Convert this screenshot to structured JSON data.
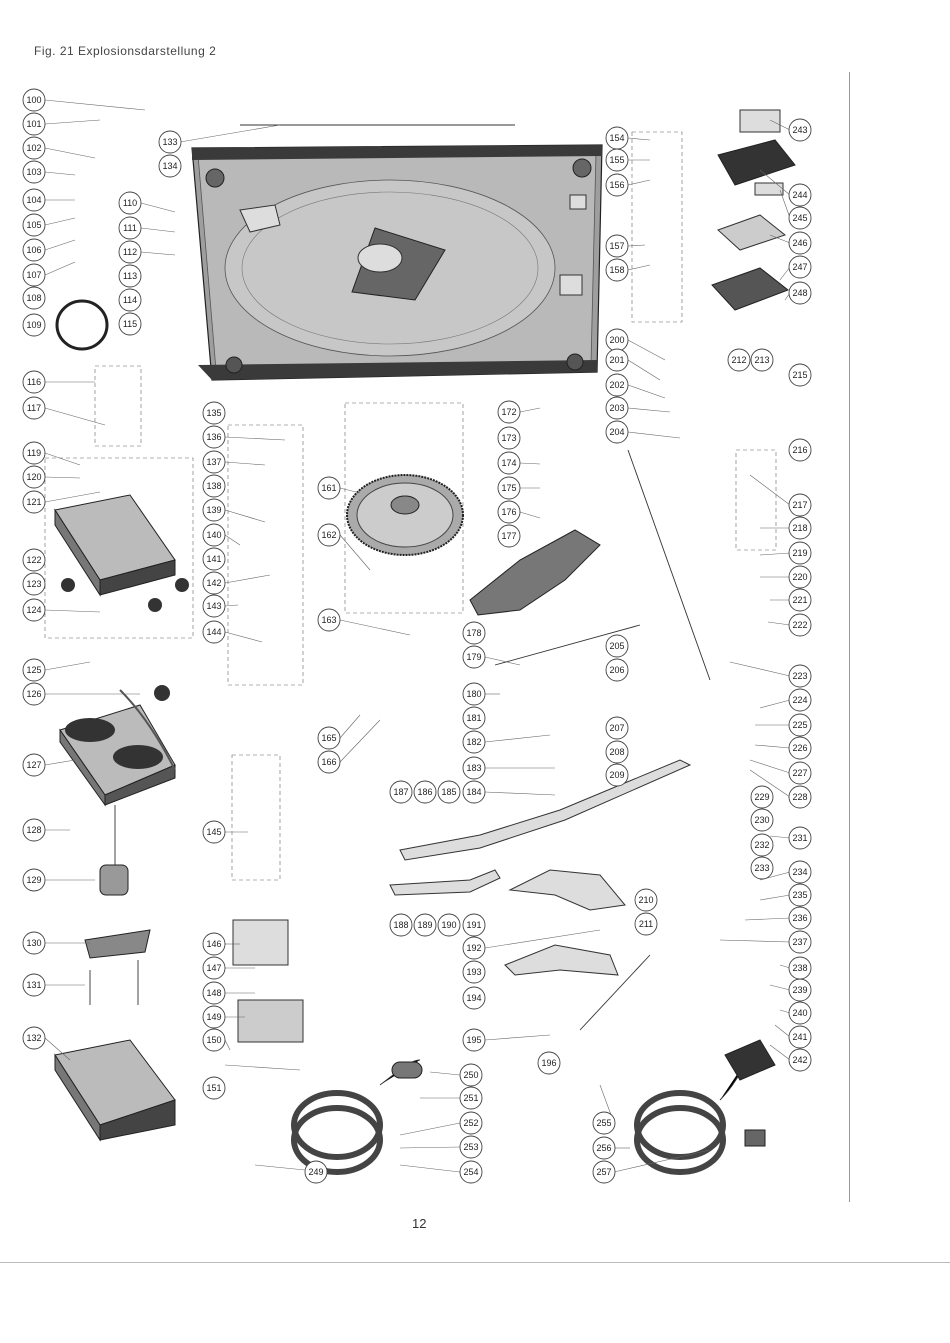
{
  "title": "Fig. 21  Explosionsdarstellung 2",
  "page_number": "12",
  "callouts": [
    "100",
    "101",
    "102",
    "103",
    "104",
    "105",
    "106",
    "107",
    "108",
    "109",
    "110",
    "111",
    "112",
    "113",
    "114",
    "115",
    "116",
    "117",
    "119",
    "120",
    "121",
    "122",
    "123",
    "124",
    "125",
    "126",
    "127",
    "128",
    "129",
    "130",
    "131",
    "132",
    "133",
    "134",
    "135",
    "136",
    "137",
    "138",
    "139",
    "140",
    "141",
    "142",
    "143",
    "144",
    "145",
    "146",
    "147",
    "148",
    "149",
    "150",
    "151",
    "154",
    "155",
    "156",
    "157",
    "158",
    "161",
    "162",
    "163",
    "165",
    "166",
    "172",
    "173",
    "174",
    "175",
    "176",
    "177",
    "178",
    "179",
    "180",
    "181",
    "182",
    "183",
    "184",
    "185",
    "186",
    "187",
    "188",
    "189",
    "190",
    "191",
    "192",
    "193",
    "194",
    "195",
    "196",
    "200",
    "201",
    "202",
    "203",
    "204",
    "205",
    "206",
    "207",
    "208",
    "209",
    "210",
    "211",
    "212",
    "213",
    "215",
    "216",
    "217",
    "218",
    "219",
    "220",
    "221",
    "222",
    "223",
    "224",
    "225",
    "226",
    "227",
    "228",
    "229",
    "230",
    "231",
    "232",
    "233",
    "234",
    "235",
    "236",
    "237",
    "238",
    "239",
    "240",
    "241",
    "242",
    "243",
    "244",
    "245",
    "246",
    "247",
    "248",
    "249",
    "250",
    "251",
    "252",
    "253",
    "254",
    "255",
    "256",
    "257"
  ]
}
